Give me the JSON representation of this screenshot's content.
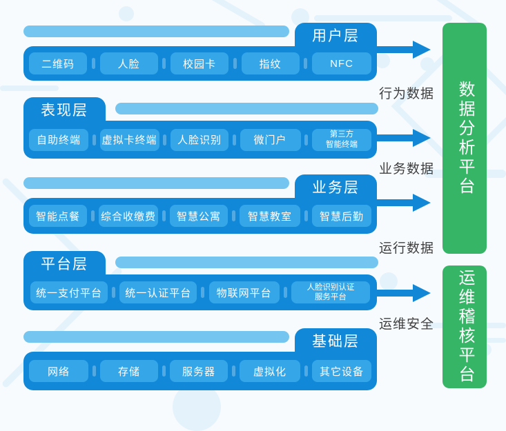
{
  "colors": {
    "bar_blue": "#1189d8",
    "button_blue": "#35a7e9",
    "pill_blue": "#74c6f0",
    "arrow_blue": "#1287d6",
    "platform_green": "#37b567",
    "flow_label_text": "#3f3f3f",
    "background": "#f7fbfe",
    "decor": "#e4f2fb"
  },
  "layers": [
    {
      "name": "用户层",
      "tab_side": "right",
      "items": [
        "二维码",
        "人脸",
        "校园卡",
        "指纹",
        "NFC"
      ]
    },
    {
      "name": "表现层",
      "tab_side": "left",
      "items": [
        "自助终端",
        "虚拟卡终端",
        "人脸识别",
        "微门户",
        "第三方\n智能终端"
      ]
    },
    {
      "name": "业务层",
      "tab_side": "right",
      "items": [
        "智能点餐",
        "综合收缴费",
        "智慧公寓",
        "智慧教室",
        "智慧后勤"
      ]
    },
    {
      "name": "平台层",
      "tab_side": "left",
      "items": [
        "统一支付平台",
        "统一认证平台",
        "物联网平台",
        "人脸识别认证\n服务平台"
      ]
    },
    {
      "name": "基础层",
      "tab_side": "right",
      "items": [
        "网络",
        "存储",
        "服务器",
        "虚拟化",
        "其它设备"
      ]
    }
  ],
  "flows": [
    {
      "label": "行为数据"
    },
    {
      "label": "业务数据"
    },
    {
      "label": "运行数据"
    },
    {
      "label": "运维安全"
    }
  ],
  "platforms": [
    {
      "label": "数据分析平台"
    },
    {
      "label": "运维稽核平台"
    }
  ]
}
